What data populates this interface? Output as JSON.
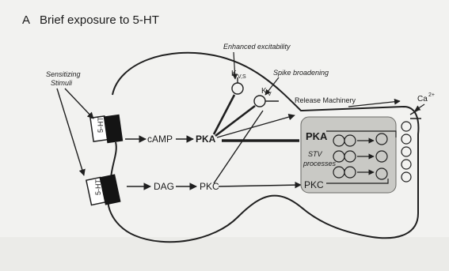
{
  "panel": {
    "letter": "A",
    "title": "Brief exposure to 5-HT"
  },
  "labels": {
    "sensitizing_line1": "Sensitizing",
    "sensitizing_line2": "Stimuli",
    "receptor_top": "5-HT",
    "receptor_bottom": "5-HT",
    "camp": "cAMP",
    "pka_left": "PKA",
    "dag": "DAG",
    "pkc_left": "PKC",
    "enhanced_excitability": "Enhanced excitability",
    "spike_broadening": "Spike broadening",
    "release_machinery": "Release Machinery",
    "k_channel_1": "K",
    "k_channel_1_sub": "V,S",
    "k_channel_2": "K",
    "k_channel_2_sub": "V",
    "calcium": "Ca",
    "calcium_sup": "2+",
    "pka_box": "PKA",
    "stv_line1": "STV",
    "stv_line2": "processes",
    "pkc_box": "PKC"
  },
  "colors": {
    "ink": "#1f1f1f",
    "background": "#f2f2f0",
    "vesicle_box": "#c9c9c5",
    "receptor_dark": "#141414"
  },
  "icons": {
    "receptor": "gpcr-receptor-block",
    "vesicle": "synaptic-vesicle-icon",
    "channel": "ion-channel-icon"
  }
}
